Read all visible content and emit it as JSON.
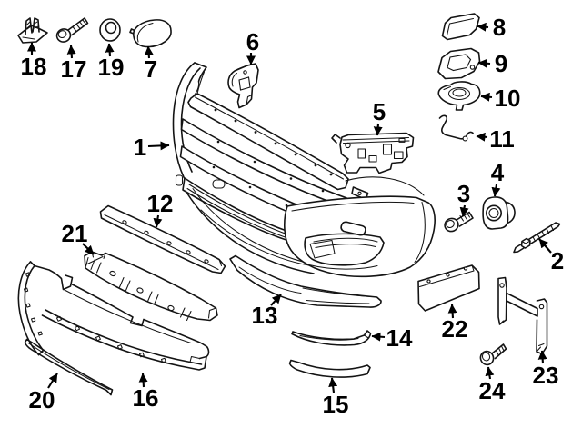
{
  "figure": {
    "kind": "exploded-parts-line-diagram",
    "subject": "front bumper, grille trim and mounting hardware",
    "background": "#ffffff",
    "line_color": "#141414",
    "label_color": "#000000"
  },
  "parts": [
    {
      "label": "1",
      "name": "front-bumper-cover"
    },
    {
      "label": "2",
      "name": "stud-bolt"
    },
    {
      "label": "3",
      "name": "hex-bolt"
    },
    {
      "label": "4",
      "name": "parking-sensor"
    },
    {
      "label": "5",
      "name": "side-mount-bracket"
    },
    {
      "label": "6",
      "name": "corner-mount-bracket"
    },
    {
      "label": "7",
      "name": "headlamp-washer-cap"
    },
    {
      "label": "8",
      "name": "cover-cap"
    },
    {
      "label": "9",
      "name": "cap-retainer-bracket"
    },
    {
      "label": "10",
      "name": "sensor-retainer-ring"
    },
    {
      "label": "11",
      "name": "retainer-spring-clip"
    },
    {
      "label": "12",
      "name": "upper-mount-strip"
    },
    {
      "label": "13",
      "name": "upper-grille-molding"
    },
    {
      "label": "14",
      "name": "center-grille-molding"
    },
    {
      "label": "15",
      "name": "lower-grille-molding"
    },
    {
      "label": "16",
      "name": "front-spoiler-panel"
    },
    {
      "label": "17",
      "name": "tapping-screw"
    },
    {
      "label": "18",
      "name": "expansion-clip"
    },
    {
      "label": "19",
      "name": "grommet-washer"
    },
    {
      "label": "20",
      "name": "spoiler-edge-molding"
    },
    {
      "label": "21",
      "name": "lower-mount-bracket"
    },
    {
      "label": "22",
      "name": "license-plate-bracket"
    },
    {
      "label": "23",
      "name": "license-bracket-brace"
    },
    {
      "label": "24",
      "name": "pan-head-screw"
    }
  ]
}
